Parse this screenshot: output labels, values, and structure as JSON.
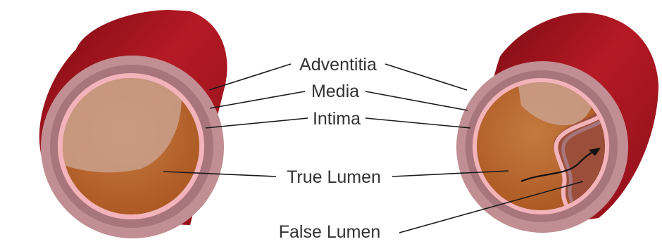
{
  "labels": {
    "adventitia": "Adventitia",
    "media": "Media",
    "intima": "Intima",
    "true_lumen": "True Lumen",
    "false_lumen": "False Lumen"
  },
  "colors": {
    "vessel_wall_dark": "#8e0e16",
    "vessel_wall": "#b41a24",
    "adventitia": "#c08e93",
    "media": "#a7757b",
    "intima": "#f2b4ba",
    "lumen": "#bf6a30",
    "lumen_highlight": "#c9a08a"
  }
}
